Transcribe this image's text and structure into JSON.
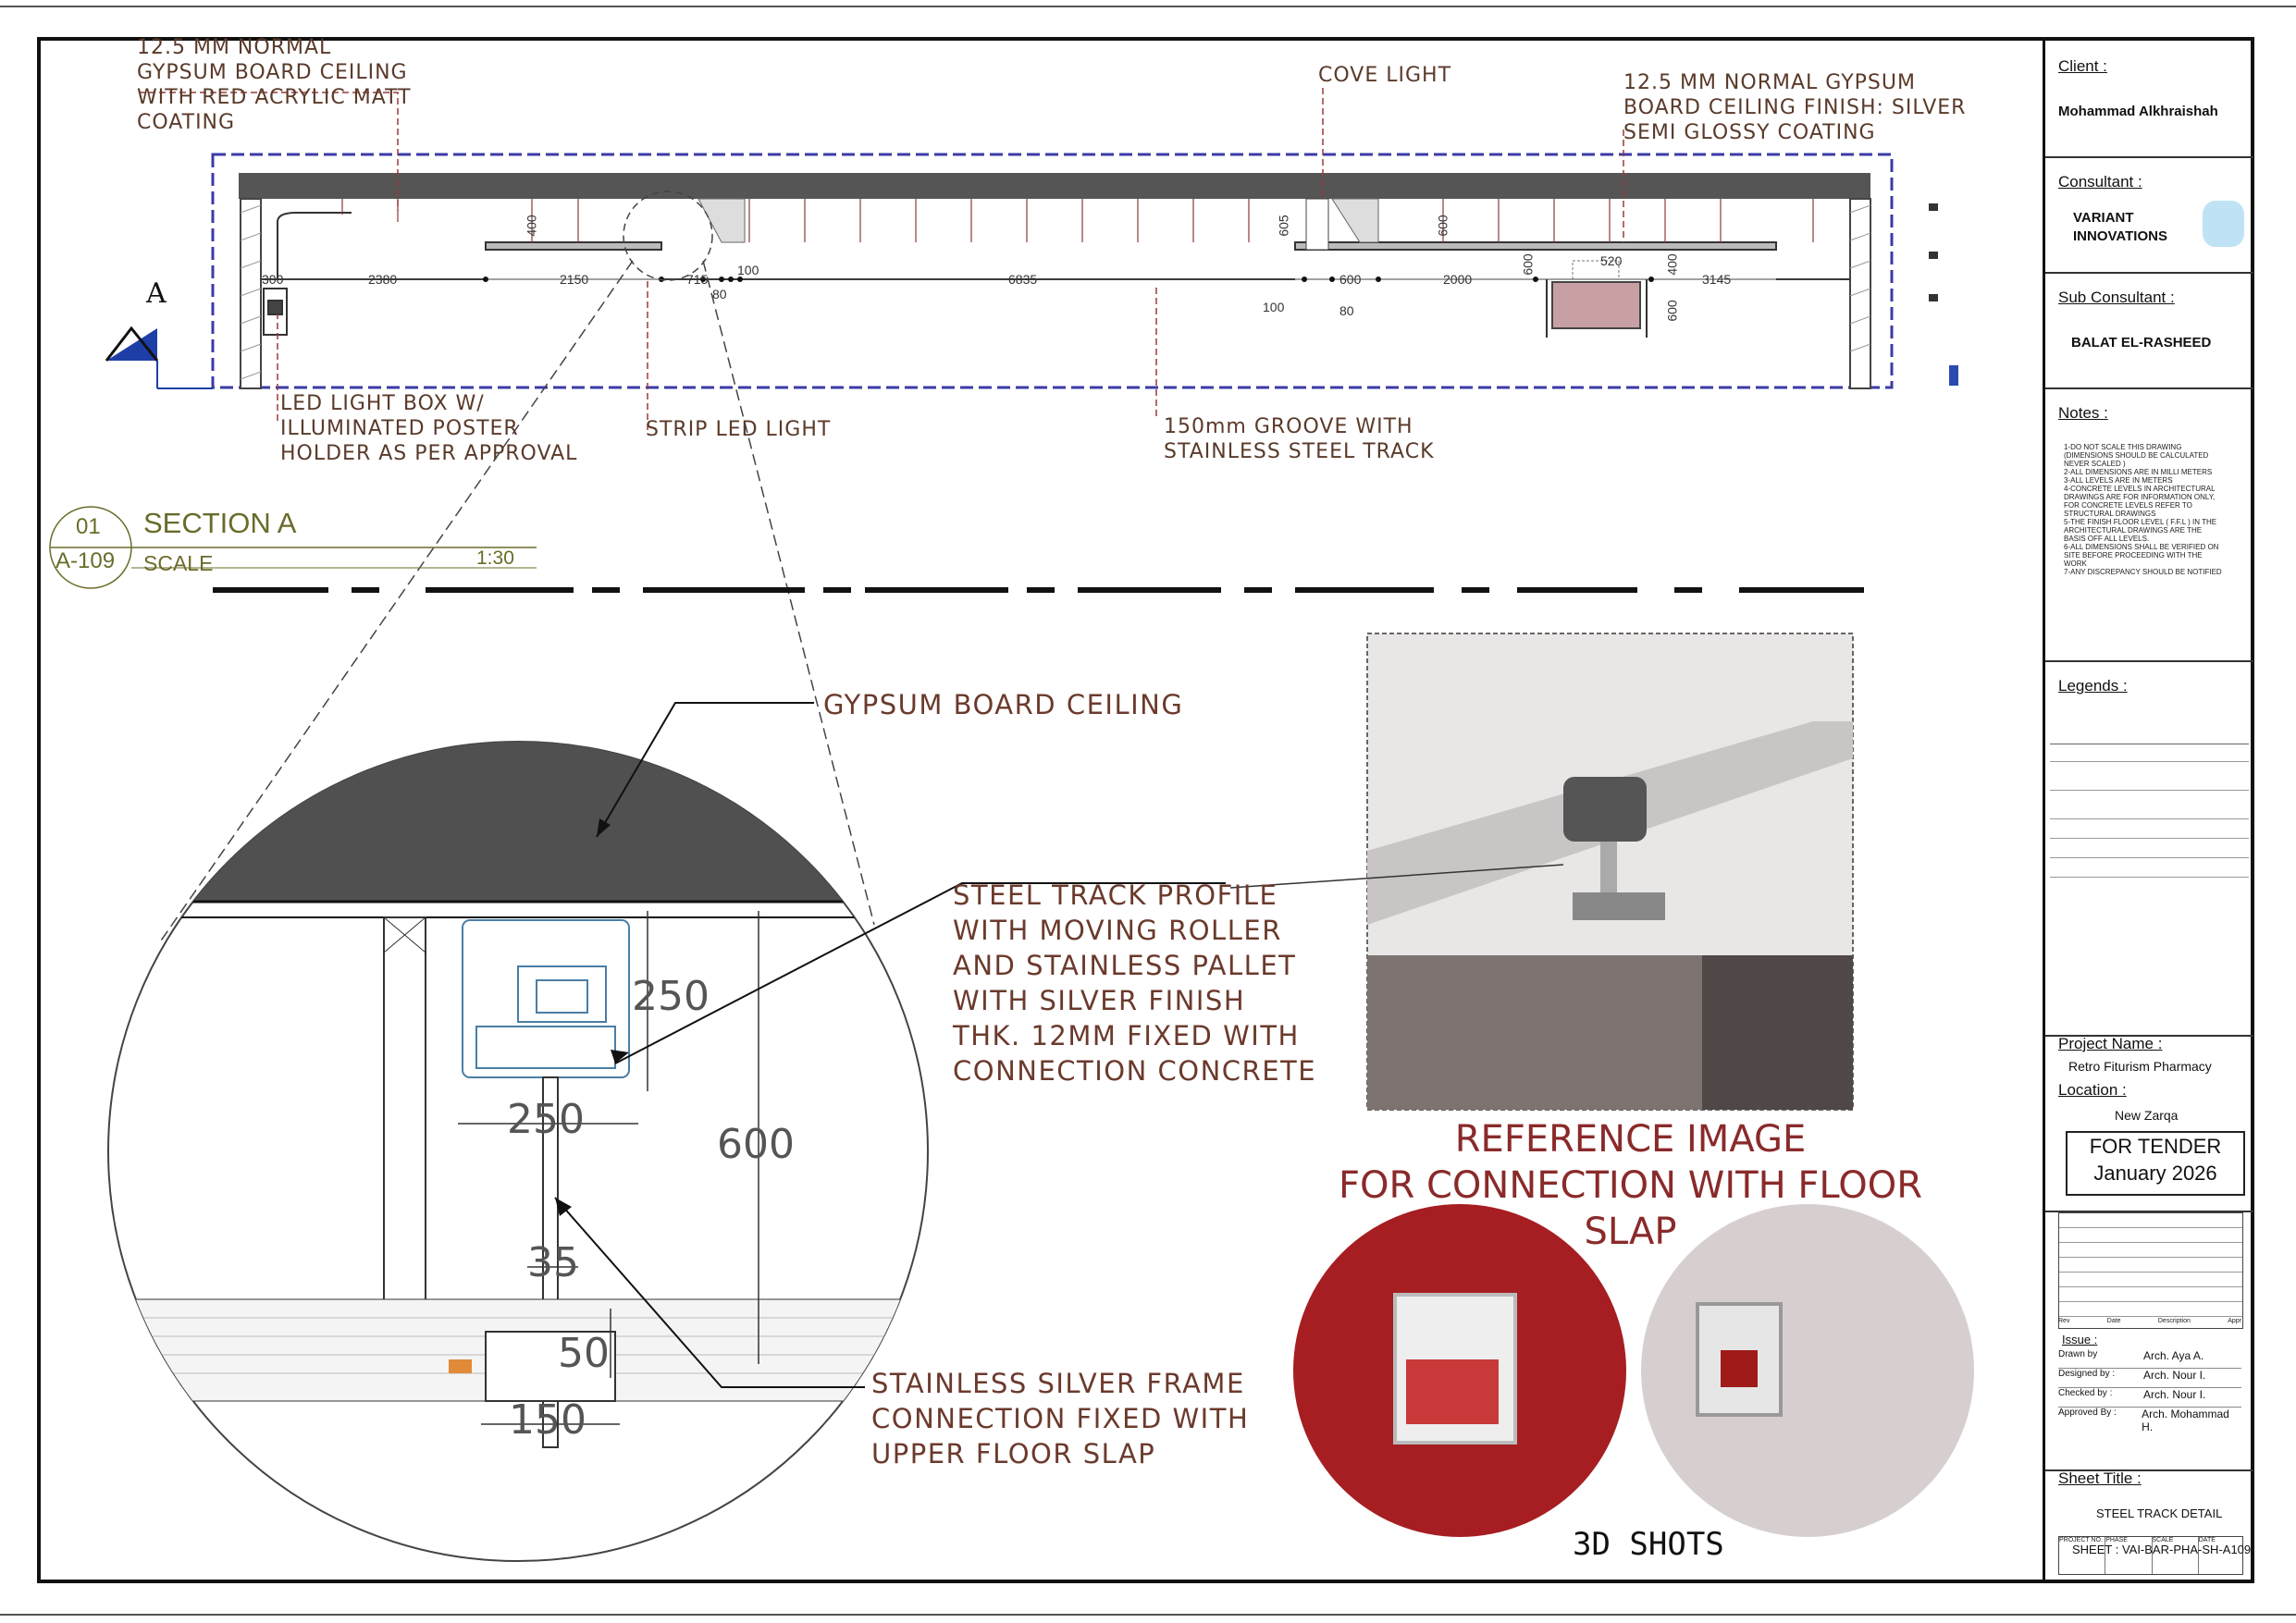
{
  "section": {
    "notes_top": {
      "ceiling_red": [
        "12.5 MM NORMAL",
        "GYPSUM BOARD CEILING",
        "WITH RED ACRYLIC  MATT",
        "COATING"
      ],
      "cove_light": "COVE LIGHT",
      "ceiling_silver": [
        "12.5 MM NORMAL GYPSUM",
        "BOARD CEILING FINISH: SILVER",
        "SEMI GLOSSY COATING"
      ]
    },
    "notes_bottom": {
      "led_box": [
        "LED LIGHT BOX W/",
        "ILLUMINATED POSTER",
        "HOLDER AS PER APPROVAL"
      ],
      "strip_led": "STRIP LED LIGHT",
      "groove": [
        "150mm GROOVE WITH",
        "STAINLESS STEEL TRACK"
      ]
    },
    "dimensions": {
      "d300": "300",
      "d2380": "2380",
      "d2150": "2150",
      "d715": "715",
      "d80a": "80",
      "d100a": "100",
      "d6835": "6835",
      "d100b": "100",
      "d80b": "80",
      "d600a": "600",
      "d2000": "2000",
      "d520": "520",
      "d3145": "3145",
      "v600a": "600",
      "v400": "400",
      "v600b": "600",
      "v605": "605",
      "v600c": "600",
      "v400b": "400"
    },
    "section_marker": "A",
    "label_number": "01",
    "label_sheet": "A-109",
    "label_title": "SECTION A",
    "label_scale_word": "SCALE",
    "label_scale": "1:30"
  },
  "detail": {
    "gypsum": "GYPSUM BOARD CEILING",
    "steel_track": [
      "STEEL TRACK PROFILE",
      "WITH MOVING ROLLER",
      "AND STAINLESS PALLET",
      "WITH SILVER FINISH",
      "THK. 12MM FIXED WITH",
      "CONNECTION CONCRETE"
    ],
    "frame": [
      "STAINLESS SILVER FRAME",
      "CONNECTION FIXED WITH",
      "UPPER FLOOR SLAP"
    ],
    "dims": {
      "d250a": "250",
      "d250b": "250",
      "d600": "600",
      "d35": "35",
      "d50": "50",
      "d150": "150"
    }
  },
  "reference": {
    "title": [
      "REFERENCE IMAGE",
      "FOR CONNECTION WITH FLOOR",
      "SLAP"
    ],
    "shots": "3D SHOTS"
  },
  "title_block": {
    "client_label": "Client :",
    "client": "Mohammad Alkhraishah",
    "consultant_label": "Consultant :",
    "consultant": [
      "VARIANT",
      "INNOVATIONS"
    ],
    "sub_label": "Sub Consultant :",
    "sub": "BALAT EL-RASHEED",
    "notes_label": "Notes :",
    "notes": [
      "1-DO NOT SCALE THIS DRAWING",
      "(DIMENSIONS SHOULD BE CALCULATED",
      "NEVER SCALED )",
      "2-ALL DIMENSIONS ARE IN MILLI METERS",
      "3-ALL LEVELS ARE IN METERS",
      "4-CONCRETE LEVELS IN ARCHITECTURAL",
      "DRAWINGS ARE FOR INFORMATION ONLY,",
      "FOR CONCRETE LEVELS REFER TO",
      "STRUCTURAL DRAWINGS",
      "5-THE FINISH FLOOR LEVEL ( F.F.L ) IN THE",
      "ARCHITECTURAL DRAWINGS ARE THE",
      "BASIS OFF ALL LEVELS.",
      "6-ALL DIMENSIONS SHALL BE VERIFIED ON",
      "SITE BEFORE PROCEEDING WITH THE",
      "WORK",
      "7-ANY DISCREPANCY SHOULD BE NOTIFIED"
    ],
    "legends_label": "Legends :",
    "project_label": "Project Name :",
    "project": "Retro Fiturism Pharmacy",
    "location_label": "Location :",
    "location": "New Zarqa",
    "tender": [
      "FOR TENDER",
      "January 2026"
    ],
    "rev_headers": [
      "Rev",
      "Date",
      "Description",
      "Appr"
    ],
    "issue_label": "Issue :",
    "people": [
      {
        "role": "Drawn by",
        "name": "Arch. Aya A."
      },
      {
        "role": "Designed by :",
        "name": "Arch. Nour I."
      },
      {
        "role": "Checked by :",
        "name": "Arch. Nour I."
      },
      {
        "role": "Approved By :",
        "name": "Arch. Mohammad H."
      }
    ],
    "sheet_title_label": "Sheet Title :",
    "sheet_title": "STEEL TRACK DETAIL",
    "small_headers": [
      "PROJECT NO.",
      "PHASE",
      "SCALE",
      "DATE"
    ],
    "sheet_number": "SHEET : VAI-BAR-PHA-SH-A109"
  },
  "colors": {
    "note": "#6b3a2c",
    "section_label": "#6b6b2a",
    "dash": "#3b3ba8"
  }
}
